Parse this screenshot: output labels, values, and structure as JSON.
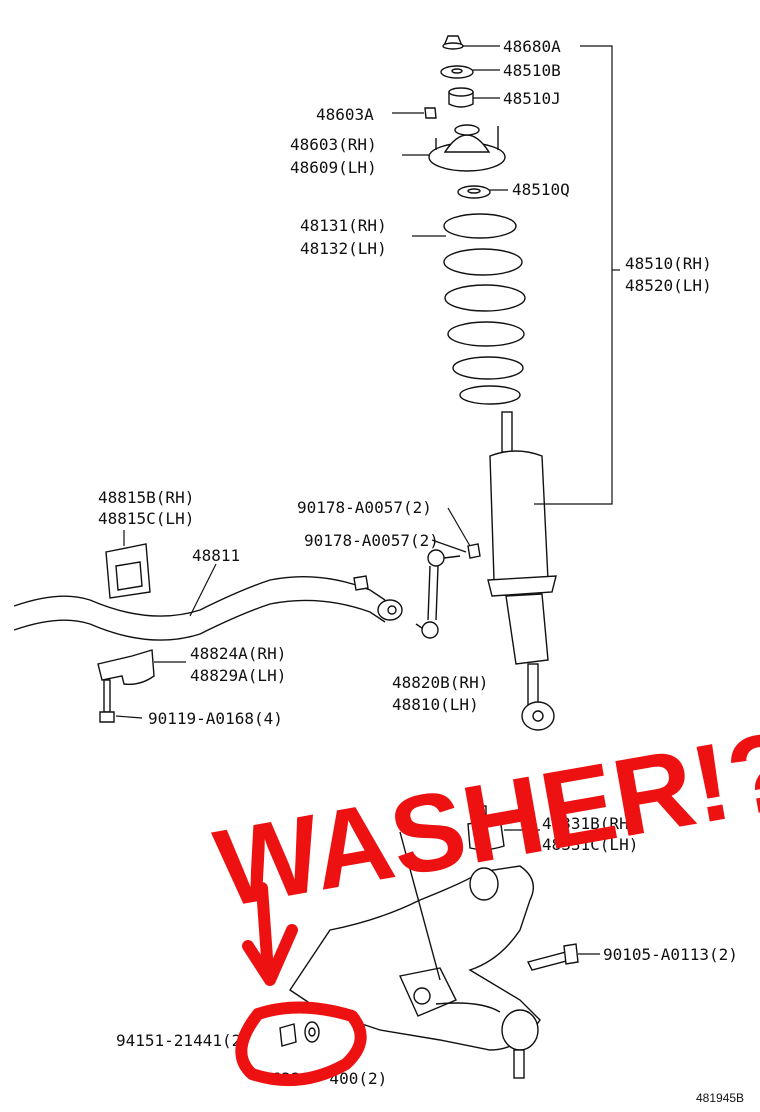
{
  "labels": {
    "p48680A": "48680A",
    "p48510B": "48510B",
    "p48510J": "48510J",
    "p48603A": "48603A",
    "p48603": "48603(RH)",
    "p48609": "48609(LH)",
    "p48510Q": "48510Q",
    "p48131": "48131(RH)",
    "p48132": "48132(LH)",
    "p48510": "48510(RH)",
    "p48520": "48520(LH)",
    "p48815B": "48815B(RH)",
    "p48815C": "48815C(LH)",
    "p48811": "48811",
    "p90178a": "90178-A0057(2)",
    "p90178b": "90178-A0057(2)",
    "p48824A": "48824A(RH)",
    "p48829A": "48829A(LH)",
    "p48820B": "48820B(RH)",
    "p48810": "48810(LH)",
    "p90119": "90119-A0168(4)",
    "p48331B": "48331B(RH)",
    "p48331C": "48331C(LH)",
    "p90105": "90105-A0113(2)",
    "p94151": "94151-21441(2)",
    "p90200": "4632 - 400(2)",
    "ref": "481945B"
  },
  "annotation": {
    "text": "WASHER!?",
    "color": "#e11111"
  }
}
